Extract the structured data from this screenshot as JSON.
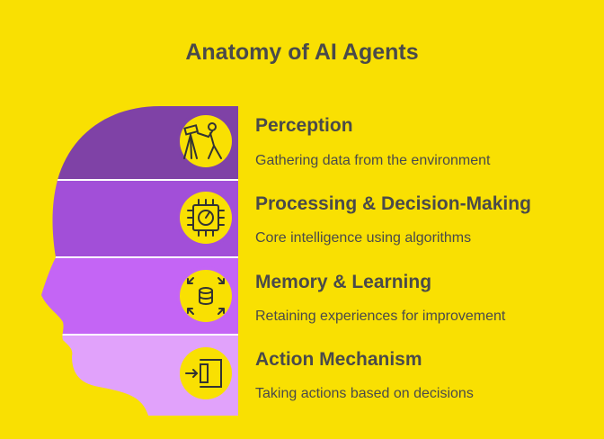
{
  "title": "Anatomy of AI Agents",
  "colors": {
    "background": "#f9e002",
    "layer_1": "#7f42a6",
    "layer_2": "#a24fd8",
    "layer_3": "#c465f5",
    "layer_4": "#e1a2fb",
    "icon_circle": "#f9e002",
    "text": "#4a4a4a"
  },
  "layers": [
    {
      "title": "Perception",
      "description": "Gathering data from the environment",
      "icon": "observer-telescope-icon"
    },
    {
      "title": "Processing & Decision-Making",
      "description": "Core intelligence using algorithms",
      "icon": "cpu-chip-icon"
    },
    {
      "title": "Memory & Learning",
      "description": "Retaining experiences for improvement",
      "icon": "database-expand-icon"
    },
    {
      "title": "Action Mechanism",
      "description": "Taking actions based on decisions",
      "icon": "action-arrow-icon"
    }
  ]
}
